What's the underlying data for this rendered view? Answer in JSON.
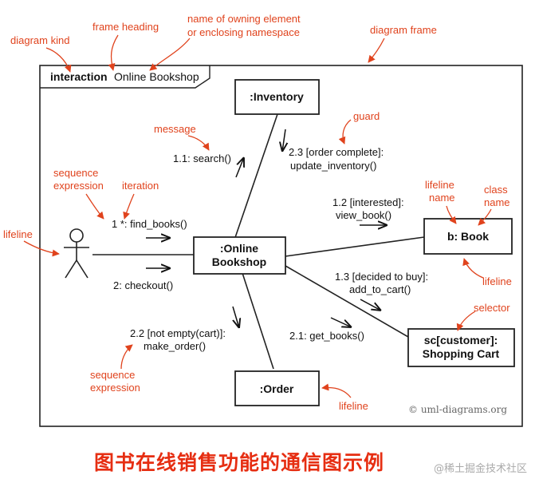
{
  "colors": {
    "annotation": "#e0431d",
    "caption": "#e62e12",
    "ink": "#111111"
  },
  "frame": {
    "kind": "interaction",
    "name": "Online Bookshop"
  },
  "nodes": {
    "inventory": ":Inventory",
    "online_line1": ":Online",
    "online_line2": "Bookshop",
    "book": "b: Book",
    "cart_line1": "sc[customer]:",
    "cart_line2": "Shopping Cart",
    "order": ":Order"
  },
  "messages": {
    "search": "1.1: search()",
    "guard_line1": "2.3 [order complete]:",
    "guard_line2": "update_inventory()",
    "find_books": "1 *: find_books()",
    "interested_line1": "1.2 [interested]:",
    "interested_line2": "view_book()",
    "checkout": "2: checkout()",
    "buy_line1": "1.3 [decided to buy]:",
    "buy_line2": "add_to_cart()",
    "not_empty_line1": "2.2 [not empty(cart)]:",
    "not_empty_line2": "make_order()",
    "get_books": "2.1: get_books()"
  },
  "annotations": {
    "diagram_kind": "diagram kind",
    "frame_heading": "frame heading",
    "owner_line1": "name of owning element",
    "owner_line2": "or enclosing namespace",
    "diagram_frame": "diagram frame",
    "guard": "guard",
    "message": "message",
    "sequence_expression_top_line1": "sequence",
    "sequence_expression_top_line2": "expression",
    "iteration": "iteration",
    "lifeline_actor": "lifeline",
    "lifeline_name_line1": "lifeline",
    "lifeline_name_line2": "name",
    "class_name_line1": "class",
    "class_name_line2": "name",
    "lifeline_book": "lifeline",
    "selector": "selector",
    "sequence_expression_bottom_line1": "sequence",
    "sequence_expression_bottom_line2": "expression",
    "lifeline_order": "lifeline"
  },
  "copyright": "© uml-diagrams.org",
  "caption": "图书在线销售功能的通信图示例",
  "watermark": "@稀土掘金技术社区"
}
